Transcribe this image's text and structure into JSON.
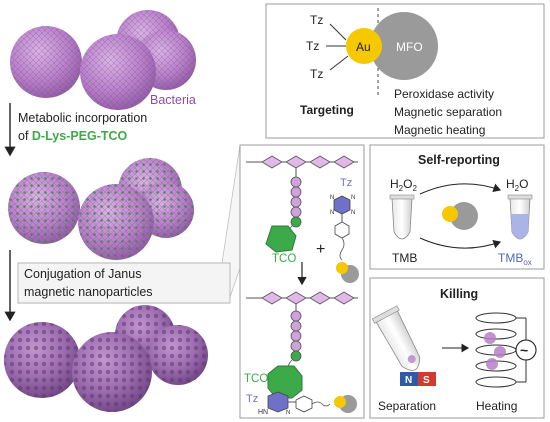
{
  "left_column": {
    "bacteria_label": "Bacteria",
    "step1_line1": "Metabolic incorporation",
    "step1_line2_prefix": "of ",
    "step1_reagent": "D-Lys-PEG-TCO",
    "step2_line1": "Conjugation of Janus",
    "step2_line2": "magnetic nanoparticles"
  },
  "janus_panel": {
    "tz_labels": [
      "Tz",
      "Tz",
      "Tz"
    ],
    "au_label": "Au",
    "mfo_label": "MFO",
    "targeting_label": "Targeting",
    "functions": [
      "Peroxidase activity",
      "Magnetic separation",
      "Magnetic heating"
    ]
  },
  "click_panel": {
    "tz_label_top": "Tz",
    "tco_label_top": "TCO",
    "plus": "+",
    "tco_label_bottom": "TCO",
    "tz_label_bottom": "Tz",
    "hn_label": "HN",
    "n_labels": [
      "N",
      "N",
      "N",
      "N",
      "N"
    ]
  },
  "self_reporting": {
    "title": "Self-reporting",
    "h2o2_main": "H",
    "h2o2_sub1": "2",
    "h2o2_mid": "O",
    "h2o2_sub2": "2",
    "h2o_main": "H",
    "h2o_sub": "2",
    "h2o_end": "O",
    "tmb": "TMB",
    "tmbox_main": "TMB",
    "tmbox_sub": "ox"
  },
  "killing": {
    "title": "Killing",
    "magnet_n": "N",
    "magnet_s": "S",
    "ac_symbol": "~",
    "separation": "Separation",
    "heating": "Heating"
  },
  "colors": {
    "bacteria_purple": "#b77fc8",
    "bacteria_dark": "#8e5aa3",
    "tco_green": "#3daa4a",
    "gold": "#f5c800",
    "mfo_gray": "#9a9a9a",
    "tz_blue": "#6f71c9",
    "tmbox_blue": "#5566bb",
    "panel_border": "#9b9b9b"
  }
}
